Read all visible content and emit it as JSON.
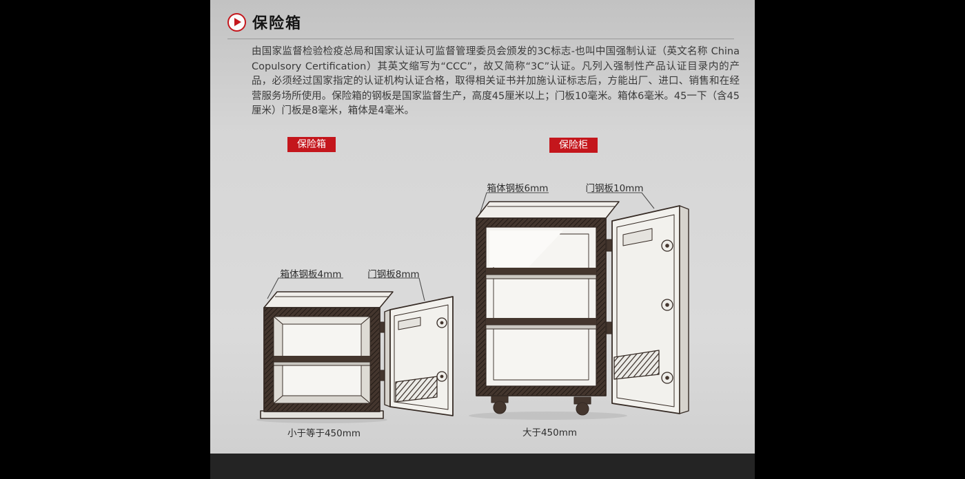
{
  "header": {
    "title": "保险箱"
  },
  "intro": {
    "text": "由国家监督检验检疫总局和国家认证认可监督管理委员会颁发的3C标志-也叫中国强制认证（英文名称 China Copulsory Certification）其英文缩写为“CCC”，故又简称“3C”认证。凡列入强制性产品认证目录内的产品，必须经过国家指定的认证机构认证合格，取得相关证书并加施认证标志后，方能出厂、进口、销售和在经营服务场所使用。保险箱的钢板是国家监督生产，高度45厘米以上；门板10毫米。箱体6毫米。45一下（含45厘米）门板是8毫米，箱体是4毫米。"
  },
  "badges": {
    "left": "保险箱",
    "right": "保险柜"
  },
  "figures": {
    "small_safe": {
      "body_label": "箱体钢板4mm",
      "door_label": "门钢板8mm",
      "caption": "小于等于450mm"
    },
    "large_safe": {
      "body_label": "箱体钢板6mm",
      "door_label": "门钢板10mm",
      "caption": "大于450mm"
    }
  },
  "colors": {
    "accent_red": "#c4161c",
    "panel_gray": "#d6d6d6",
    "line_brown": "#352a24",
    "bottom_band": "#242424"
  }
}
